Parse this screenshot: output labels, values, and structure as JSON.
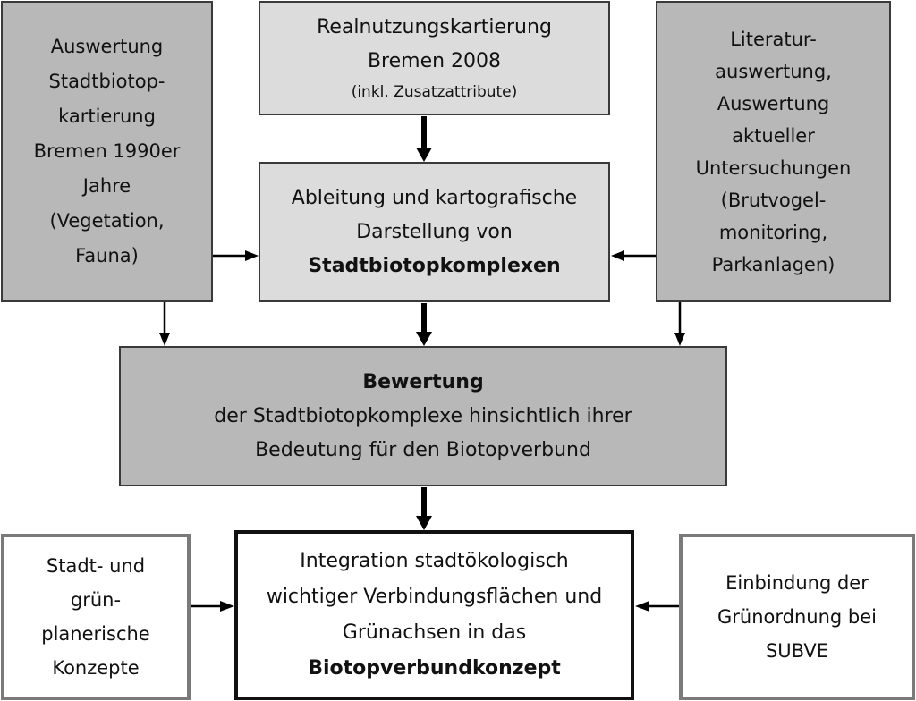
{
  "boxes": {
    "left_top": [
      "Auswertung",
      "Stadtbiotop-",
      "kartierung",
      "Bremen 1990er",
      "Jahre",
      "(Vegetation,",
      "Fauna)"
    ],
    "center_top": {
      "line1": "Realnutzungskartierung",
      "line2": "Bremen 2008",
      "line3": "(inkl. Zusatzattribute)"
    },
    "right_top": [
      "Literatur-",
      "auswertung,",
      "Auswertung",
      "aktueller",
      "Untersuchungen",
      "(Brutvogel-",
      "monitoring,",
      "Parkanlagen)"
    ],
    "center_mid": {
      "line1": "Ableitung und kartografische",
      "line2": "Darstellung von",
      "line3": "Stadtbiotopkomplexen"
    },
    "assessment": {
      "line1": "Bewertung",
      "line2": "der Stadtbiotopkomplexe hinsichtlich ihrer",
      "line3": "Bedeutung für den Biotopverbund"
    },
    "bottom_left": [
      "Stadt- und",
      "grün-",
      "planerische",
      "Konzepte"
    ],
    "center_bottom": {
      "line1": "Integration stadtökologisch",
      "line2": "wichtiger Verbindungsflächen und",
      "line3": "Grünachsen in das",
      "line4": "Biotopverbundkonzept"
    },
    "bottom_right": [
      "Einbindung der",
      "Grünordnung bei",
      "SUBVE"
    ]
  },
  "colors": {
    "dark_fill": "#b8b8b8",
    "light_fill": "#dcdcdc",
    "arrow": "#000000"
  }
}
